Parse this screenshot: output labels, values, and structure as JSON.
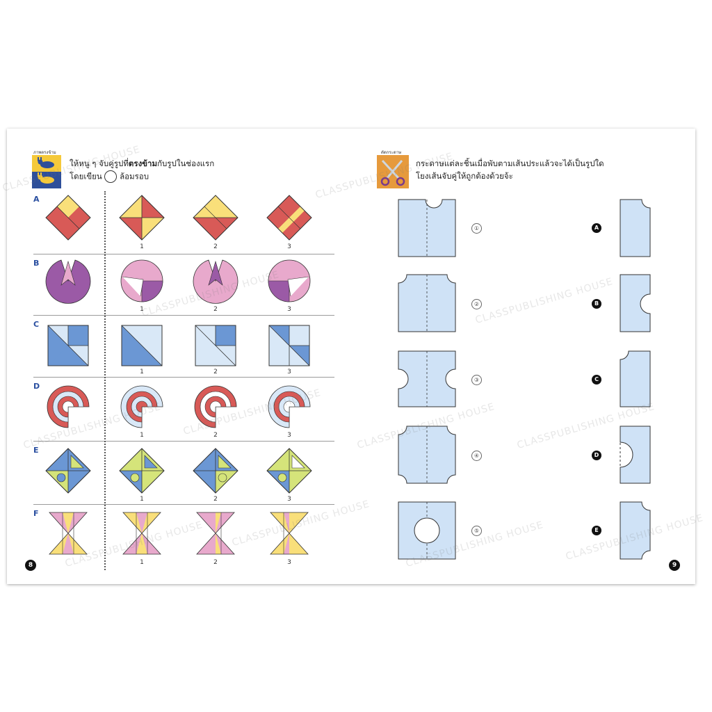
{
  "left_page": {
    "header_caption": "ภาพตรงข้าม",
    "instruction_part1": "ให้หนู ๆ จับคู่รูปที่",
    "instruction_bold": "ตรงข้าม",
    "instruction_part2": "กับรูปในช่องแรก",
    "instruction_line2_a": "โดยเขียน",
    "instruction_line2_b": "ล้อมรอบ",
    "rows": [
      "A",
      "B",
      "C",
      "D",
      "E",
      "F"
    ],
    "choice_numbers": [
      "1",
      "2",
      "3"
    ],
    "page_number": "8"
  },
  "right_page": {
    "header_caption": "ตัดกระดาษ",
    "instruction_line1": "กระดาษแต่ละชิ้นเมื่อพับตามเส้นประแล้วจะได้เป็นรูปใด",
    "instruction_line2": "โยงเส้นจับคู่ให้ถูกต้องด้วยจ้ะ",
    "left_items": [
      "①",
      "②",
      "③",
      "④",
      "⑤"
    ],
    "right_items": [
      "A",
      "B",
      "C",
      "D",
      "E"
    ],
    "page_number": "9"
  },
  "watermark": "CLASSPUBLISHING HOUSE",
  "colors": {
    "yellow": "#f9df7a",
    "red": "#d85a57",
    "purple": "#9b5aa6",
    "pink": "#e8a9cc",
    "blue": "#6b97d4",
    "light_blue": "#d9e8f7",
    "lime": "#d5e47a",
    "paper": "#cfe2f6",
    "label_blue": "#2a4fa0"
  }
}
